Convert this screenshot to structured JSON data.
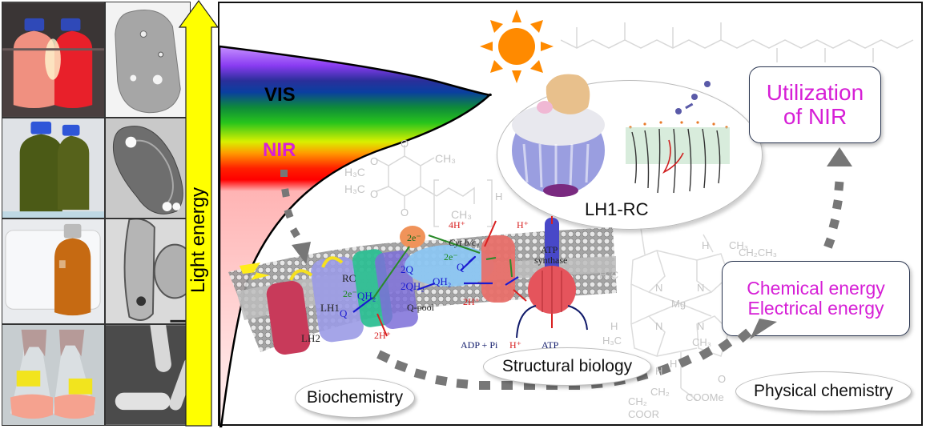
{
  "arrow": {
    "label": "Light energy",
    "color": "#ffff00"
  },
  "spectrum": {
    "vis_label": "VIS",
    "nir_label": "NIR",
    "nir_color": "#d61fd6"
  },
  "photos": [
    {
      "name": "red-bacteria-bottles"
    },
    {
      "name": "cell-micrograph-1"
    },
    {
      "name": "green-bacteria-bottles"
    },
    {
      "name": "cell-micrograph-2"
    },
    {
      "name": "orange-culture-bottle"
    },
    {
      "name": "cell-micrograph-3"
    },
    {
      "name": "pink-culture-flasks"
    },
    {
      "name": "sem-rod-cells"
    }
  ],
  "structure": {
    "label": "LH1-RC"
  },
  "goal_box": {
    "line1": "Utilization",
    "line2": "of NIR",
    "color": "#d61fd6"
  },
  "energy_box": {
    "line1": "Chemical energy",
    "line2": "Electrical energy",
    "color": "#d61fd6"
  },
  "disciplines": {
    "biochemistry": "Biochemistry",
    "structural": "Structural biology",
    "physical": "Physical chemistry"
  },
  "membrane": {
    "lh2": "LH2",
    "lh1": "LH1",
    "rc": "RC",
    "rc_2e": "2e⁻",
    "q": "Q",
    "qh2": "QH₂",
    "h2_in": "2H⁺",
    "electron_carrier": "2e⁻",
    "h4_out": "4H⁺",
    "cyt": "Cyt b/c₁",
    "q2": "2Q",
    "qh2_2": "2QH₂",
    "qpool": "Q-pool",
    "cyt_2e": "2e⁻",
    "cyt_q": "Q",
    "cyt_qh2": "QH₂",
    "cyt_2h": "2H⁺",
    "atp_h_top": "H⁺",
    "atp_label1": "ATP",
    "atp_label2": "synthase",
    "adp": "ADP + Pi",
    "atp_h": "H⁺",
    "atp": "ATP"
  },
  "chem_labels": {
    "ubq_ch3": "CH₃",
    "ubq_h3co_1": "H₃C",
    "ubq_h3co_2": "H₃C",
    "ubq_o1": "O",
    "ubq_o2": "O",
    "ubq_o3": "O",
    "ubq_o4": "O",
    "ubq_ch3_b": "CH₃",
    "ubq_h": "H",
    "bchl_mg": "Mg",
    "bchl_n1": "N",
    "bchl_n2": "N",
    "bchl_n3": "N",
    "bchl_n4": "N",
    "bchl_h3c": "H₃C",
    "bchl_h3c2": "H₃C",
    "bchl_ch3": "CH₃",
    "bchl_ch2ch3": "CH₂CH₃",
    "bchl_ch3b": "CH₃",
    "bchl_h1": "H",
    "bchl_h2": "H",
    "bchl_h3": "H",
    "bchl_h4": "H",
    "bchl_coome": "COOMe",
    "bchl_coor": "COOR",
    "bchl_o": "O",
    "bchl_ch2a": "CH₂",
    "bchl_ch2b": "CH₂"
  },
  "colors": {
    "sun": "#ff8a00",
    "dash_arrow": "#777777",
    "frame": "#111111"
  }
}
